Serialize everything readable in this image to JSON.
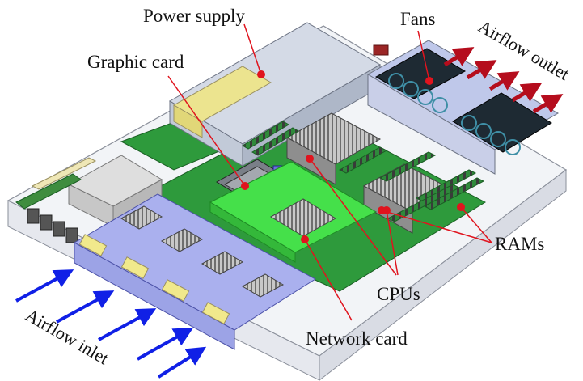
{
  "labels": {
    "power_supply": "Power supply",
    "fans": "Fans",
    "graphic_card": "Graphic card",
    "airflow_outlet": "Airflow outlet",
    "rams": "RAMs",
    "cpus": "CPUs",
    "network_card": "Network card",
    "airflow_inlet": "Airflow inlet"
  },
  "colors": {
    "chassis_outline": "#8a8f9a",
    "chassis_floor": "#f2f4f7",
    "motherboard_green": "#2e9a3c",
    "network_card_green": "#45e04a",
    "drive_bay_lavender": "#aab0ee",
    "drive_tab_yellow": "#f1e98c",
    "power_supply_blue": "#d4dae6",
    "fan_housing_dark": "#1e2a33",
    "fan_blade_teal": "#3f8fa6",
    "heatsink_gray": "#9a9a9a",
    "callout_red": "#e0141e",
    "outlet_arrow_red": "#b50d1d",
    "inlet_arrow_blue": "#1020e6"
  },
  "icons": {
    "inlet": "arrow-up-right-icon",
    "outlet": "arrow-up-right-icon"
  }
}
